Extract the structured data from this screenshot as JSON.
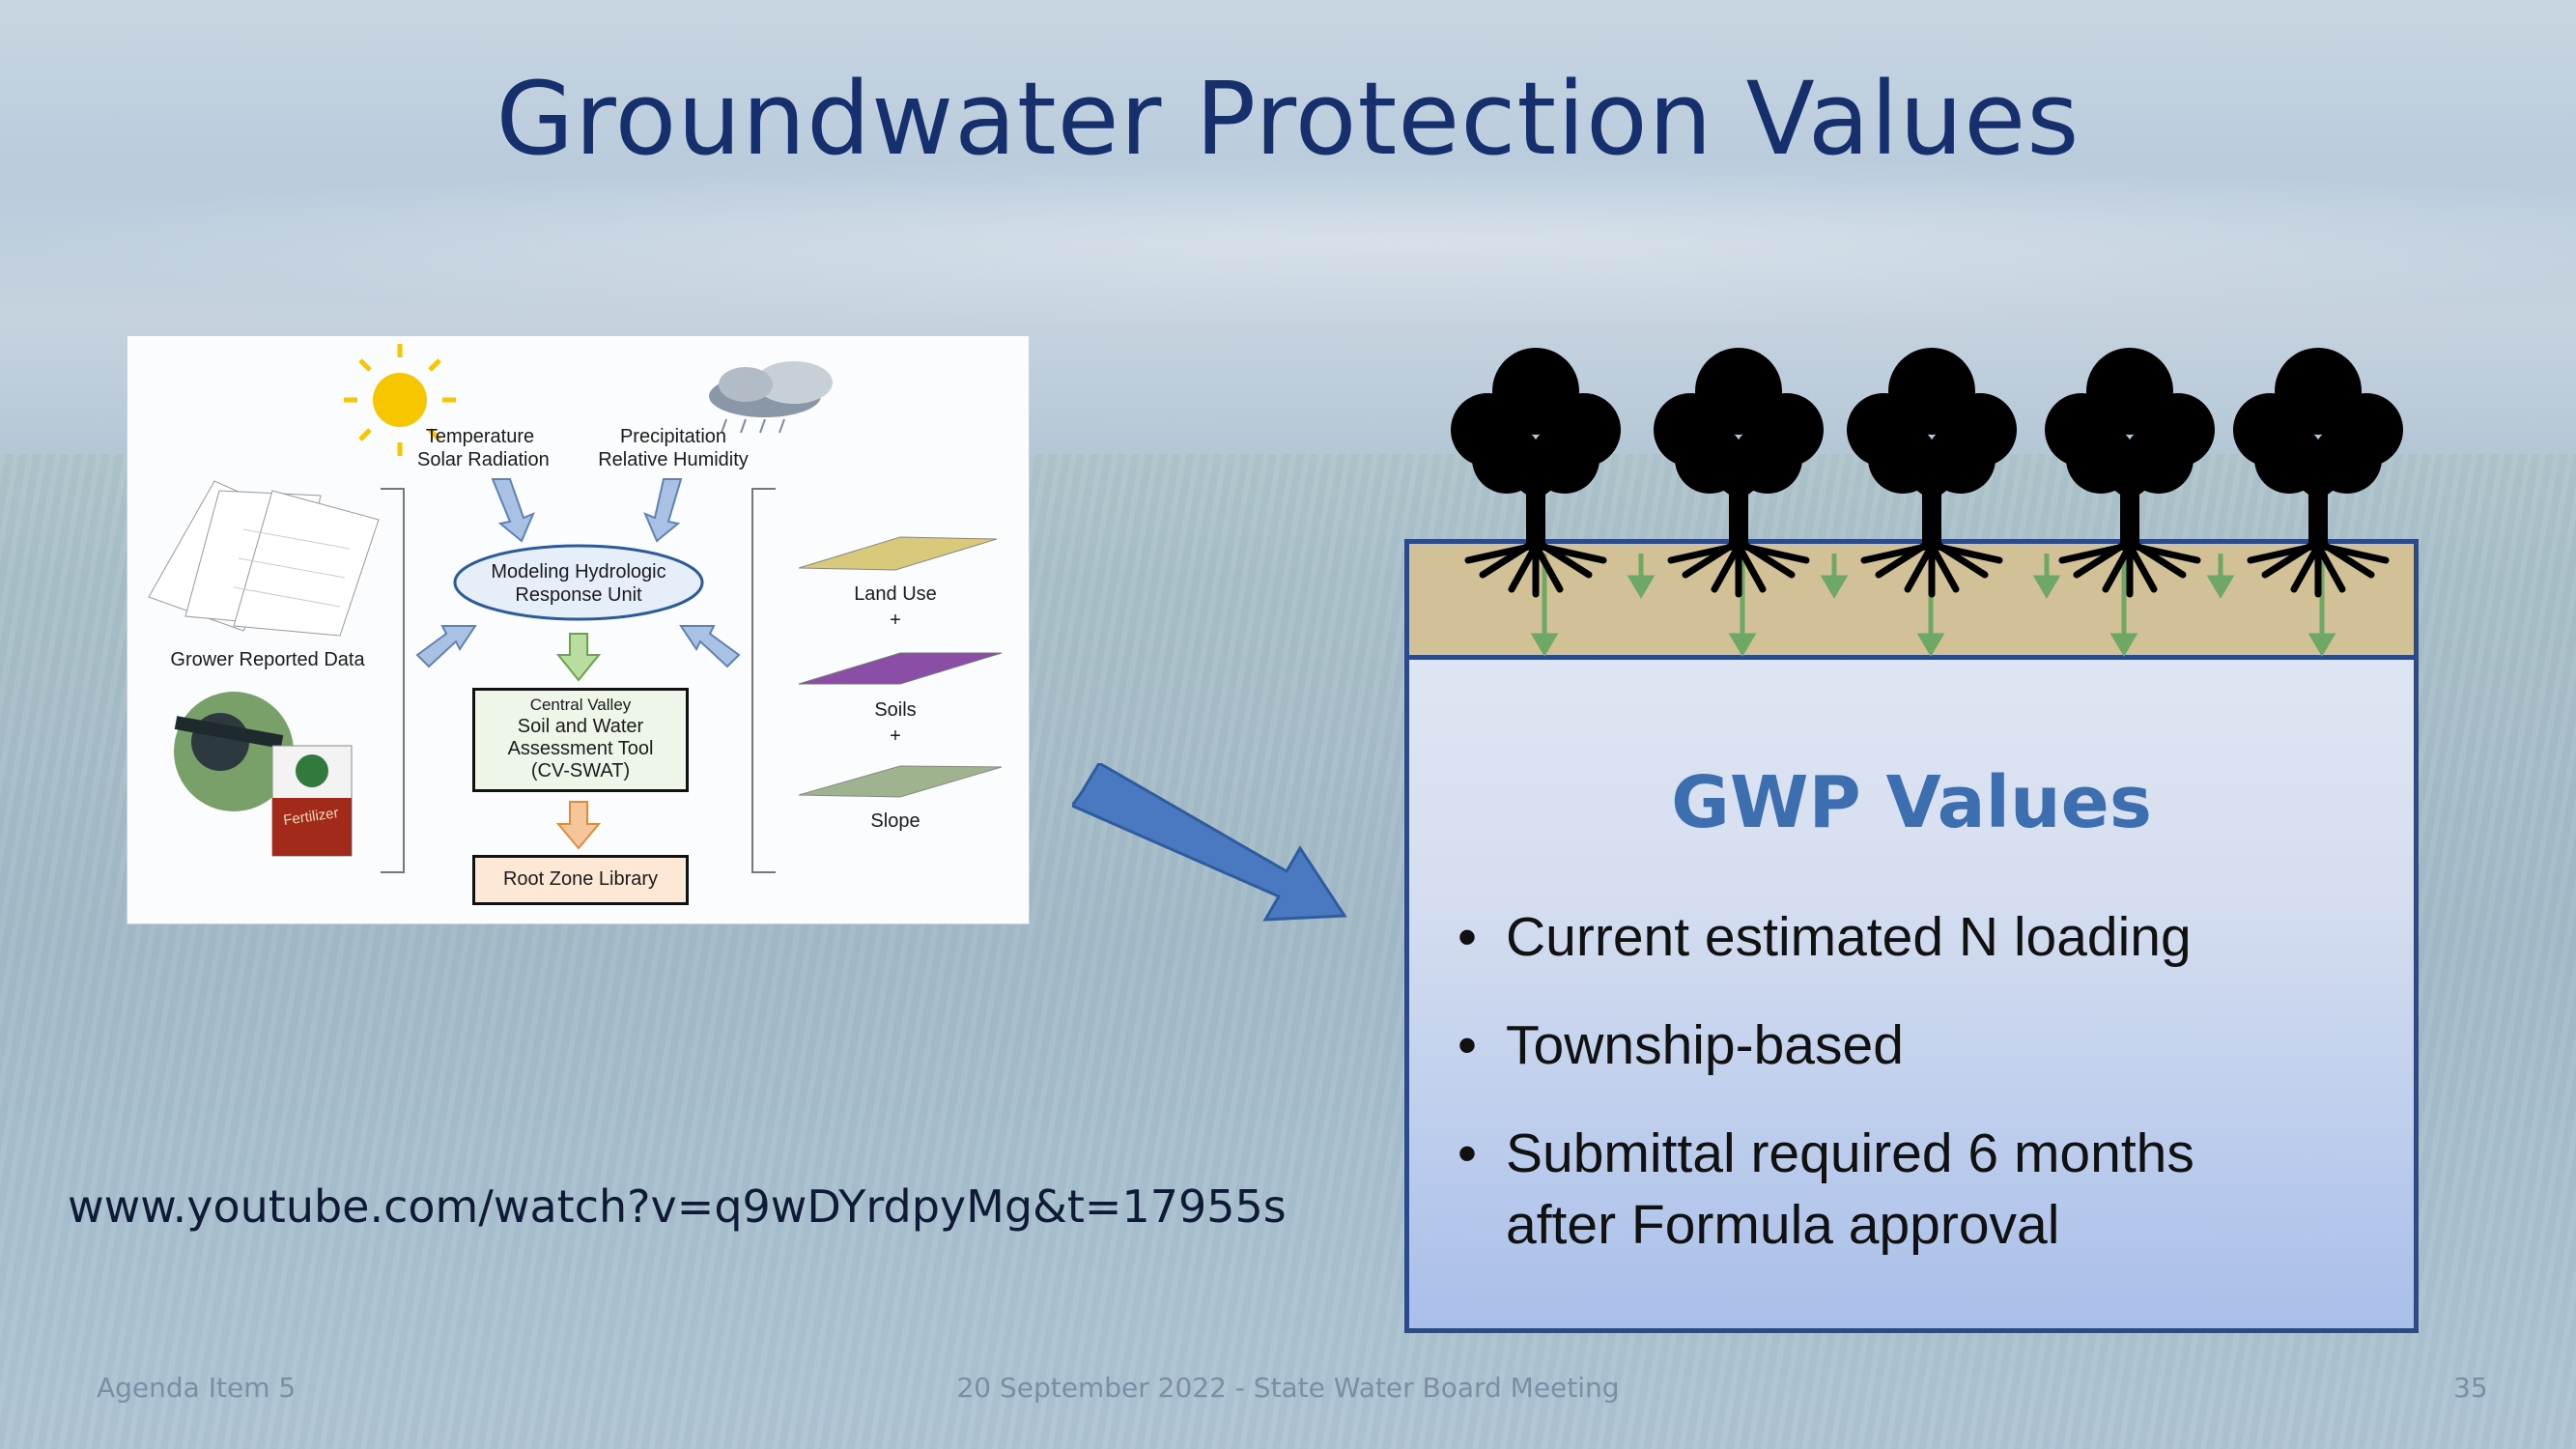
{
  "slide": {
    "title": "Groundwater Protection Values",
    "link": "www.youtube.com/watch?v=q9wDYrdpyMg&t=17955s"
  },
  "diagram": {
    "weather_left_line1": "Temperature",
    "weather_left_line2": "Solar Radiation",
    "weather_right_line1": "Precipitation",
    "weather_right_line2": "Relative Humidity",
    "hru_line1": "Modeling Hydrologic",
    "hru_line2": "Response Unit",
    "tool_line1": "Central Valley",
    "tool_line2": "Soil and Water",
    "tool_line3": "Assessment Tool",
    "tool_line4": "(CV-SWAT)",
    "library": "Root Zone Library",
    "grower": "Grower Reported Data",
    "fertilizer": "Fertilizer",
    "land_use": "Land Use",
    "soils": "Soils",
    "slope": "Slope",
    "plus": "+"
  },
  "gwp": {
    "heading": "GWP Values",
    "bullets": [
      "Current estimated N loading",
      "Township-based",
      "Submittal required 6 months",
      "after Formula approval"
    ]
  },
  "footer": {
    "left": "Agenda Item 5",
    "center": "20 September 2022 - State Water Board Meeting",
    "page": "35"
  },
  "colors": {
    "title": "#16306e",
    "gwp_heading": "#3d6fb0",
    "box_border": "#2a4a8a",
    "soil": "#d2c197",
    "arrow": "#4a79c2"
  }
}
